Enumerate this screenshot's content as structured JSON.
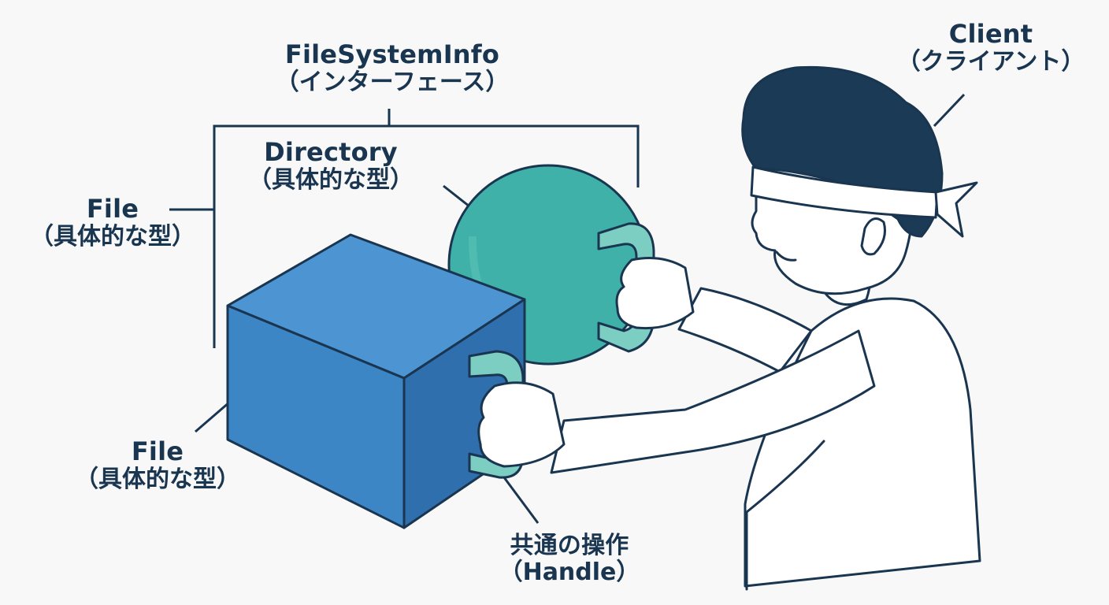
{
  "labels": {
    "interface": {
      "en": "FileSystemInfo",
      "jp": "（インターフェース）"
    },
    "directory": {
      "en": "Directory",
      "jp": "（具体的な型）"
    },
    "file_top": {
      "en": "File",
      "jp": "（具体的な型）"
    },
    "file_bottom": {
      "en": "File",
      "jp": "（具体的な型）"
    },
    "handle": {
      "en": "共通の操作",
      "jp": "（Handle）"
    },
    "client": {
      "en": "Client",
      "jp": "（クライアント）"
    }
  },
  "colors": {
    "ink": "#1a3550",
    "cube_front": "#3d86c6",
    "cube_top": "#4d94d2",
    "cube_side": "#2f6fae",
    "sphere": "#3fb1a8",
    "handle": "#7ccdc2",
    "hair": "#1a3a55",
    "skin": "#ffffff"
  }
}
